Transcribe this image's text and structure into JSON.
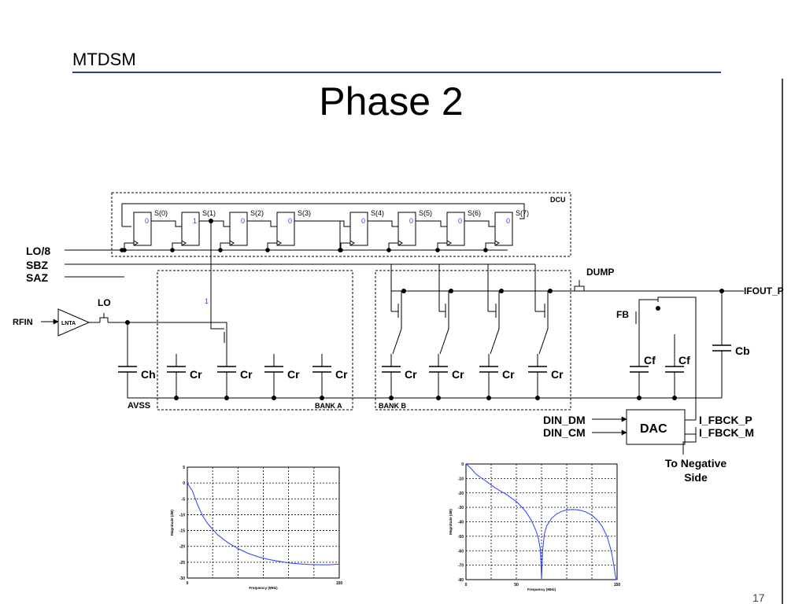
{
  "header": {
    "section": "MTDSM",
    "title": "Phase 2",
    "page_number": "17"
  },
  "dcu": {
    "label": "DCU",
    "ff_names": [
      "S(0)",
      "S(1)",
      "S(2)",
      "S(3)",
      "S(4)",
      "S(5)",
      "S(6)",
      "S(7)"
    ],
    "ff_states": [
      "0",
      "1",
      "0",
      "0",
      "0",
      "0",
      "0",
      "0"
    ],
    "select_value": "1"
  },
  "signals": {
    "lo8": "LO/8",
    "sbz": "SBZ",
    "saz": "SAZ",
    "rfin": "RFIN",
    "lo": "LO",
    "avss": "AVSS",
    "ifout": "IFOUT_P",
    "dump": "DUMP",
    "fb": "FB"
  },
  "lnta": "LNTA",
  "caps": {
    "ch": "Ch",
    "cr": "Cr",
    "cf": "Cf",
    "cb": "Cb"
  },
  "banks": {
    "a": "BANK A",
    "b": "BANK B"
  },
  "dac": {
    "label": "DAC",
    "inputs": [
      "DIN_DM",
      "DIN_CM"
    ],
    "outputs": [
      "I_FBCK_P",
      "I_FBCK_M"
    ],
    "note_line1": "To Negative",
    "note_line2": "Side"
  },
  "plots_common": {
    "xlabel": "Frequency (MHz)",
    "ylabel": "Magnitude (dB)",
    "color": "#2a3cff"
  },
  "chart_data": [
    {
      "type": "line",
      "xlabel": "Frequency (MHz)",
      "ylabel": "Magnitude (dB)",
      "xlim": [
        0,
        150
      ],
      "ylim": [
        -30,
        5
      ],
      "xticks": [
        "0",
        "150"
      ],
      "yticks": [
        "5",
        "0",
        "-5",
        "-10",
        "-15",
        "-20",
        "-25",
        "-30"
      ],
      "grid": true,
      "series": [
        {
          "x": [
            0,
            5,
            10,
            15,
            20,
            30,
            40,
            50,
            60,
            70,
            80,
            90,
            100,
            110,
            120,
            130,
            140,
            150
          ],
          "y": [
            0,
            -2.5,
            -6.8,
            -10.3,
            -12.8,
            -16.4,
            -18.8,
            -20.7,
            -22.2,
            -23.3,
            -24.1,
            -24.7,
            -25.2,
            -25.5,
            -25.7,
            -25.8,
            -25.8,
            -25.6
          ]
        }
      ]
    },
    {
      "type": "line",
      "xlabel": "Frequency (MHz)",
      "ylabel": "Magnitude (dB)",
      "xlim": [
        0,
        150
      ],
      "ylim": [
        -80,
        0
      ],
      "xticks": [
        "0",
        "50",
        "150"
      ],
      "yticks": [
        "0",
        "-10",
        "-20",
        "-30",
        "-40",
        "-50",
        "-60",
        "-70",
        "-80"
      ],
      "grid": true,
      "series": [
        {
          "x": [
            0,
            5,
            10,
            20,
            30,
            40,
            50,
            55,
            60,
            65,
            70,
            72,
            74,
            75,
            76,
            78,
            80,
            85,
            90,
            95,
            100,
            105,
            110,
            115,
            120,
            125,
            130,
            135,
            140,
            143,
            145,
            147,
            148,
            149,
            150
          ],
          "y": [
            0,
            -3,
            -7,
            -12,
            -17,
            -21,
            -26,
            -29.5,
            -33.5,
            -39,
            -47,
            -52,
            -60,
            -80,
            -60,
            -48,
            -43,
            -37.5,
            -34.5,
            -32.8,
            -31.8,
            -31.5,
            -31.6,
            -32.2,
            -33.5,
            -35.5,
            -38.5,
            -43,
            -50,
            -57,
            -63,
            -71,
            -76,
            -80,
            -80
          ]
        }
      ]
    }
  ]
}
